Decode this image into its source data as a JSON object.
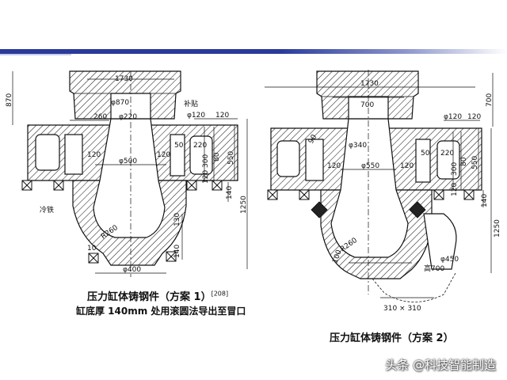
{
  "captions": {
    "left_title": "压力缸体铸钢件（方案 1）",
    "left_ref": "[208]",
    "left_note": "缸底厚 140mm 处用滚圆法导出至冒口",
    "right_title": "压力缸体铸钢件（方案 2）"
  },
  "watermark": "头条 @科技智能制造",
  "left_drawing": {
    "top_width": "1730",
    "left_height": "870",
    "phi_870": "φ870",
    "label_supplement": "补贴",
    "d_260": "260",
    "phi_220": "φ220",
    "phi_120": "φ120",
    "d_120a": "120",
    "d_50": "50",
    "d_220": "220",
    "d_120b": "120",
    "d_120c": "120",
    "phi_500": "φ500",
    "d_300": "300",
    "d_80": "80",
    "d_120d": "120",
    "d_550": "550",
    "d_140": "140",
    "d_1250": "1250",
    "label_chill": "冷铁",
    "r_260": "R260",
    "d_130": "130",
    "d_140b": "140",
    "d_10": "10",
    "phi_400": "φ400"
  },
  "right_drawing": {
    "top_width": "1730",
    "d_700": "700",
    "height_700": "700",
    "phi_120": "φ120",
    "d_120": "120",
    "phi_340": "φ340",
    "d_90": "90",
    "d_50": "50",
    "d_220": "220",
    "d_120a": "120",
    "phi_550": "φ550",
    "d_120b": "120",
    "d_300": "300",
    "d_80": "80",
    "d_550": "550",
    "d_120c": "120",
    "d_140": "140",
    "d_1250": "1250",
    "r_260": "R260",
    "d_100": "100",
    "phi_450": "φ450",
    "high_700": "高700",
    "d_310": "310 × 310"
  }
}
